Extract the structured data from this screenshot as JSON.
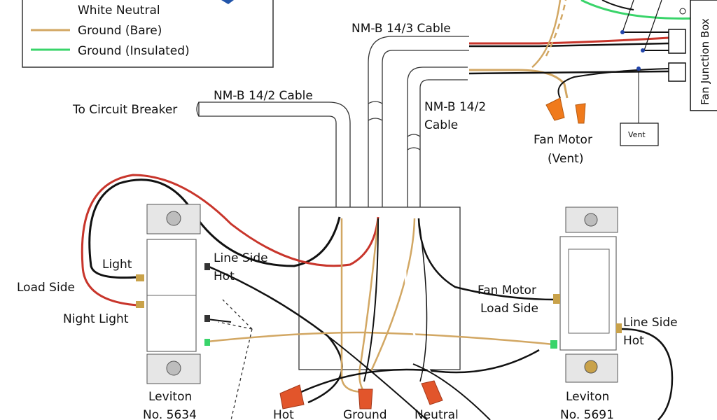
{
  "legend": {
    "items": [
      {
        "label": "White Neutral",
        "color": "#ffffff"
      },
      {
        "label": "Ground (Bare)",
        "color": "#d2a763"
      },
      {
        "label": "Ground (Insulated)",
        "color": "#39d46a"
      }
    ]
  },
  "cables": {
    "nmb_14_3": "NM-B 14/3 Cable",
    "nmb_14_2_top": "NM-B 14/2 Cable",
    "nmb_14_2_right_line1": "NM-B 14/2",
    "nmb_14_2_right_line2": "Cable",
    "to_breaker": "To Circuit Breaker"
  },
  "fan": {
    "motor_line1": "Fan Motor",
    "motor_line2": "(Vent)",
    "vent_box": "Vent",
    "junction_box": "Fan Junction Box"
  },
  "switch_left": {
    "light": "Light",
    "load_side": "Load Side",
    "night_light": "Night Light",
    "line_side_line1": "Line Side",
    "line_side_line2": "Hot",
    "model_line1": "Leviton",
    "model_line2": "No. 5634"
  },
  "switch_right": {
    "fan_motor_line1": "Fan Motor",
    "fan_motor_line2": "Load Side",
    "line_side_line1": "Line Side",
    "line_side_line2": "Hot",
    "model_line1": "Leviton",
    "model_line2": "No. 5691"
  },
  "connectors": {
    "hot": "Hot",
    "ground": "Ground",
    "neutral": "Neutral"
  },
  "colors": {
    "hot_black": "#111111",
    "hot_red": "#c8352b",
    "ground_bare": "#d2a763",
    "ground_green": "#39d46a",
    "wire_nut": "#e2552b",
    "orange_nut": "#f07a1c"
  }
}
